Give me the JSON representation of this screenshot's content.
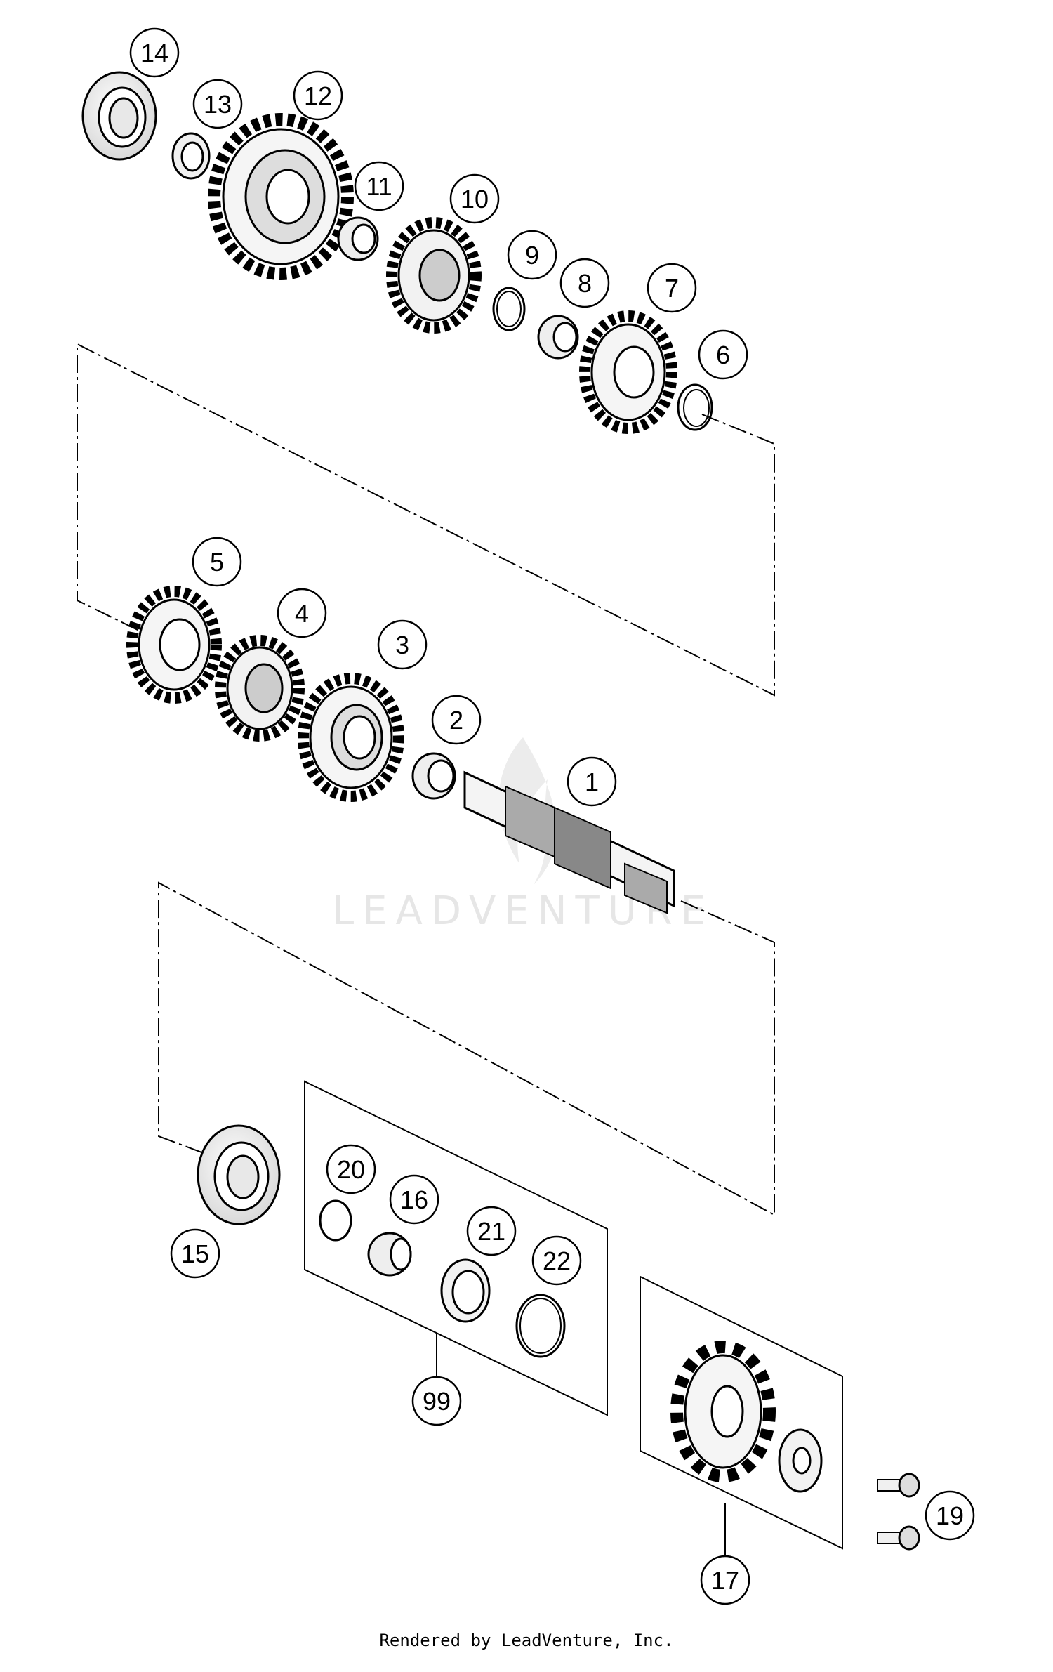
{
  "watermark": "LEADVENTURE",
  "footer": "Rendered by LeadVenture, Inc.",
  "callouts": [
    {
      "id": "14",
      "label": "14"
    },
    {
      "id": "13",
      "label": "13"
    },
    {
      "id": "12",
      "label": "12"
    },
    {
      "id": "11",
      "label": "11"
    },
    {
      "id": "10",
      "label": "10"
    },
    {
      "id": "9",
      "label": "9"
    },
    {
      "id": "8",
      "label": "8"
    },
    {
      "id": "7",
      "label": "7"
    },
    {
      "id": "6",
      "label": "6"
    },
    {
      "id": "5",
      "label": "5"
    },
    {
      "id": "4",
      "label": "4"
    },
    {
      "id": "3",
      "label": "3"
    },
    {
      "id": "2",
      "label": "2"
    },
    {
      "id": "1",
      "label": "1"
    },
    {
      "id": "20",
      "label": "20"
    },
    {
      "id": "16",
      "label": "16"
    },
    {
      "id": "21",
      "label": "21"
    },
    {
      "id": "22",
      "label": "22"
    },
    {
      "id": "15",
      "label": "15"
    },
    {
      "id": "99",
      "label": "99"
    },
    {
      "id": "19",
      "label": "19"
    },
    {
      "id": "17",
      "label": "17"
    }
  ]
}
